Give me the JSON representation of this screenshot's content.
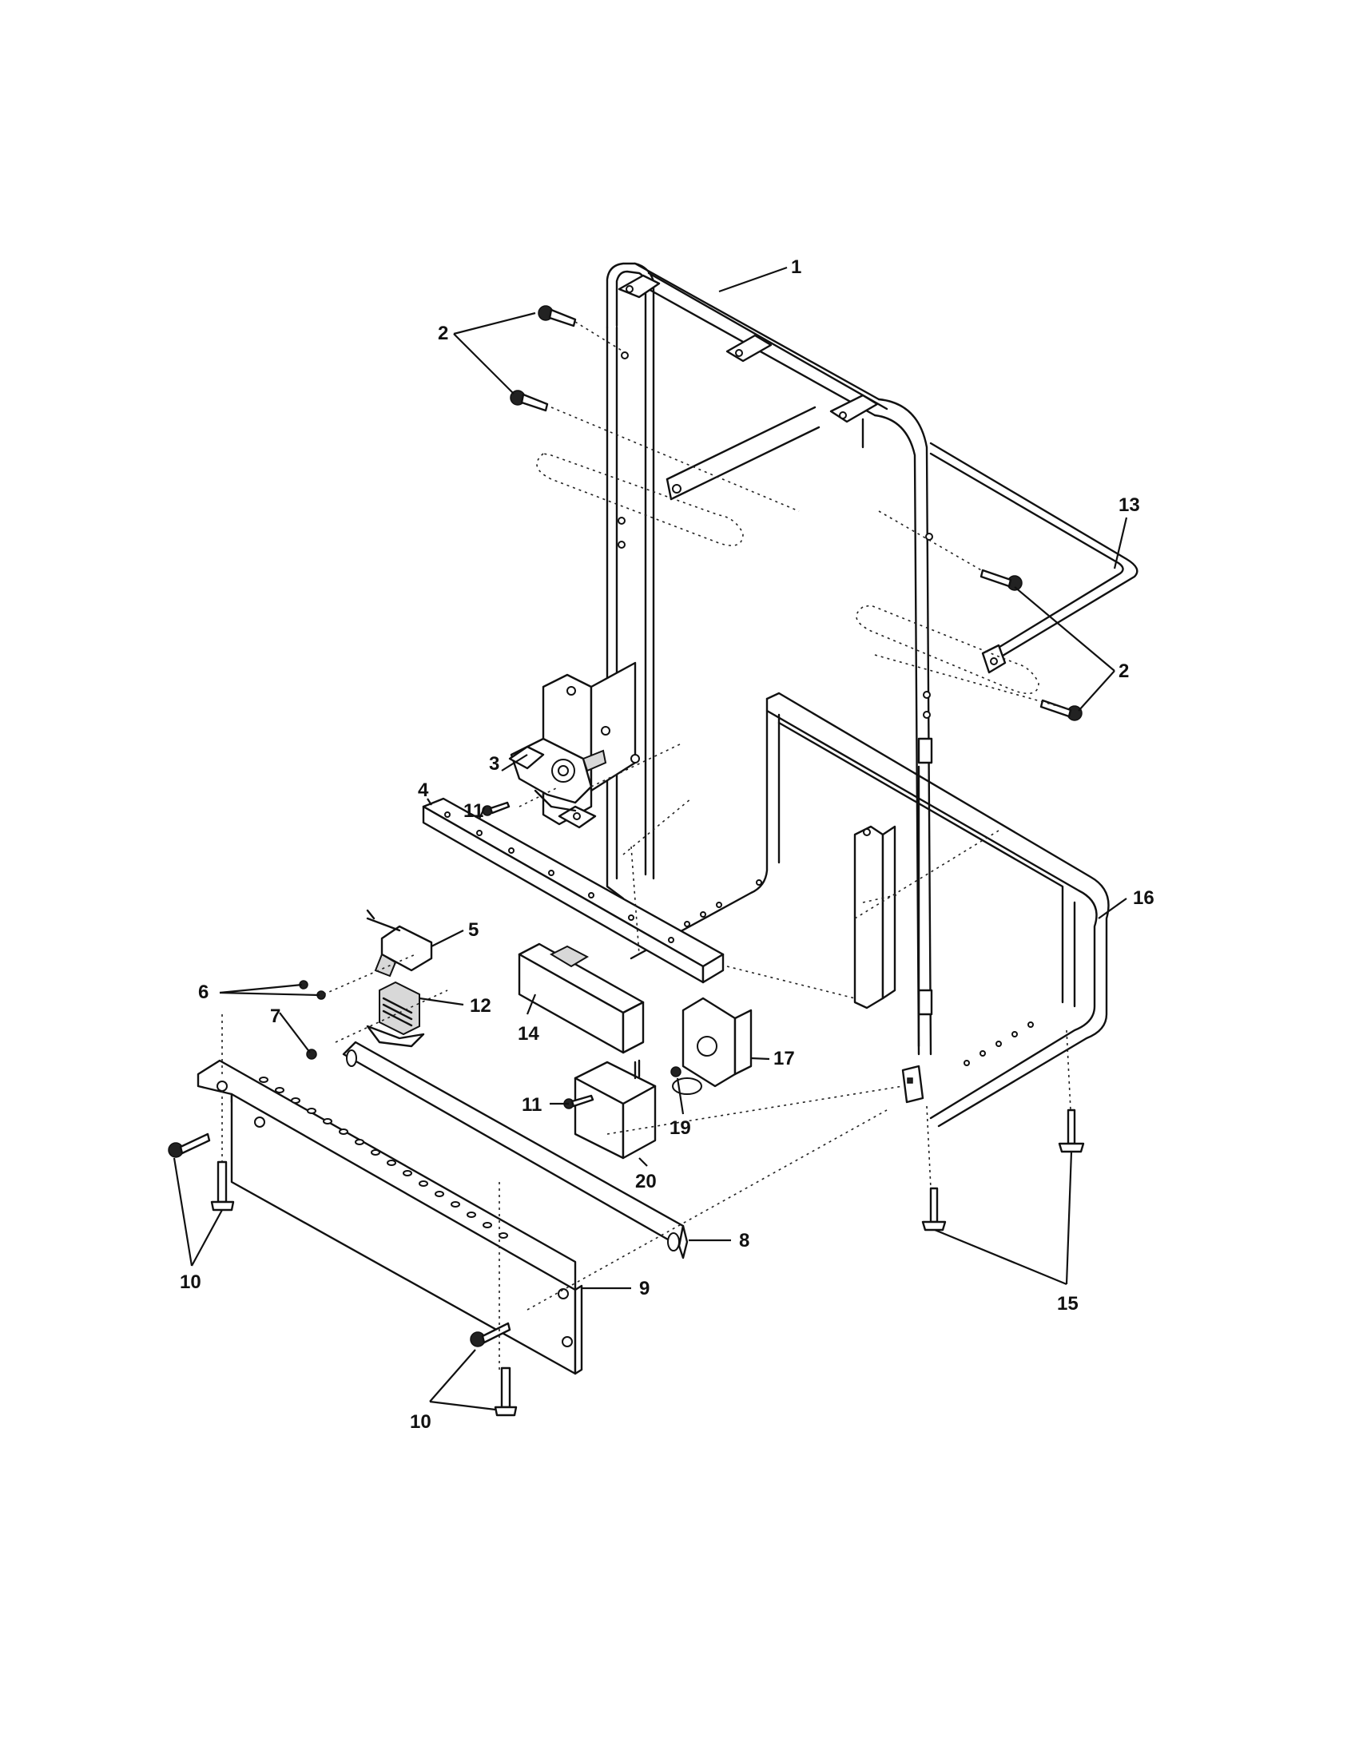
{
  "diagram": {
    "callouts": {
      "c1": "1",
      "c2a": "2",
      "c2b": "2",
      "c3": "3",
      "c4": "4",
      "c5": "5",
      "c6": "6",
      "c7": "7",
      "c8": "8",
      "c9": "9",
      "c10a": "10",
      "c10b": "10",
      "c11a": "11",
      "c11b": "11",
      "c12": "12",
      "c13": "13",
      "c14": "14",
      "c15": "15",
      "c16": "16",
      "c17": "17",
      "c19": "19",
      "c20": "20"
    }
  }
}
